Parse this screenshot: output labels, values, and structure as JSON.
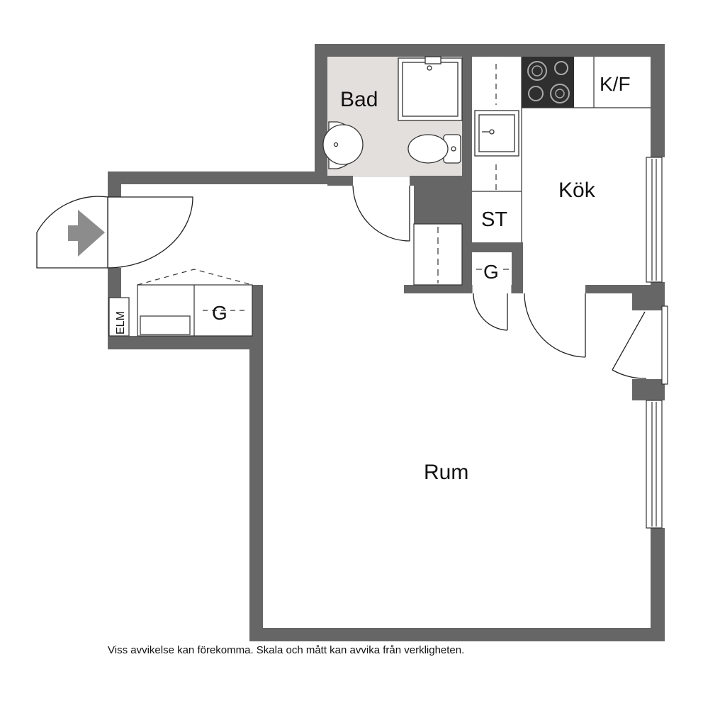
{
  "rooms": {
    "bad": "Bad",
    "kok": "Kök",
    "rum": "Rum"
  },
  "fixtures": {
    "kf": "K/F",
    "st": "ST",
    "g_hall": "G",
    "g_closet": "G",
    "elm": "ELM"
  },
  "disclaimer": "Viss avvikelse kan förekomma. Skala och mått kan avvika från verkligheten.",
  "colors": {
    "wall": "#666666",
    "bathroom_floor": "#e2dfdc",
    "stove": "#2f2f2f",
    "entrance_arrow": "#8c8c8c"
  },
  "icons": {
    "entrance": "entrance-arrow-icon",
    "stove": "stove-icon",
    "sink": "sink-icon",
    "toilet": "toilet-icon",
    "shower": "shower-icon",
    "washbasin": "washbasin-icon"
  }
}
